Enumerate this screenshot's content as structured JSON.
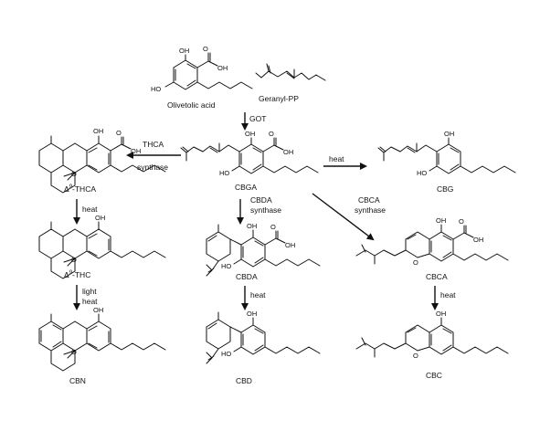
{
  "labels": {
    "olivetolic": "Olivetolic acid",
    "geranyl": "Geranyl-PP",
    "got": "GOT",
    "thca_synth_1": "THCA",
    "thca_synth_2": "synthase",
    "heat": "heat",
    "cbga": "CBGA",
    "cbg": "CBG",
    "thca_prefix": "Δ",
    "thca_sup": "9",
    "thca_name": "-THCA",
    "thc_prefix": "Δ",
    "thc_sup": "9",
    "thc_name": "-THC",
    "cbda_synth_1": "CBDA",
    "cbda_synth_2": "synthase",
    "cbca_synth_1": "CBCA",
    "cbca_synth_2": "synthase",
    "cbda": "CBDA",
    "cbca": "CBCA",
    "light": "light",
    "cbn": "CBN",
    "cbd": "CBD",
    "cbc": "CBC",
    "oh": "OH",
    "ho": "HO",
    "o": "O"
  }
}
